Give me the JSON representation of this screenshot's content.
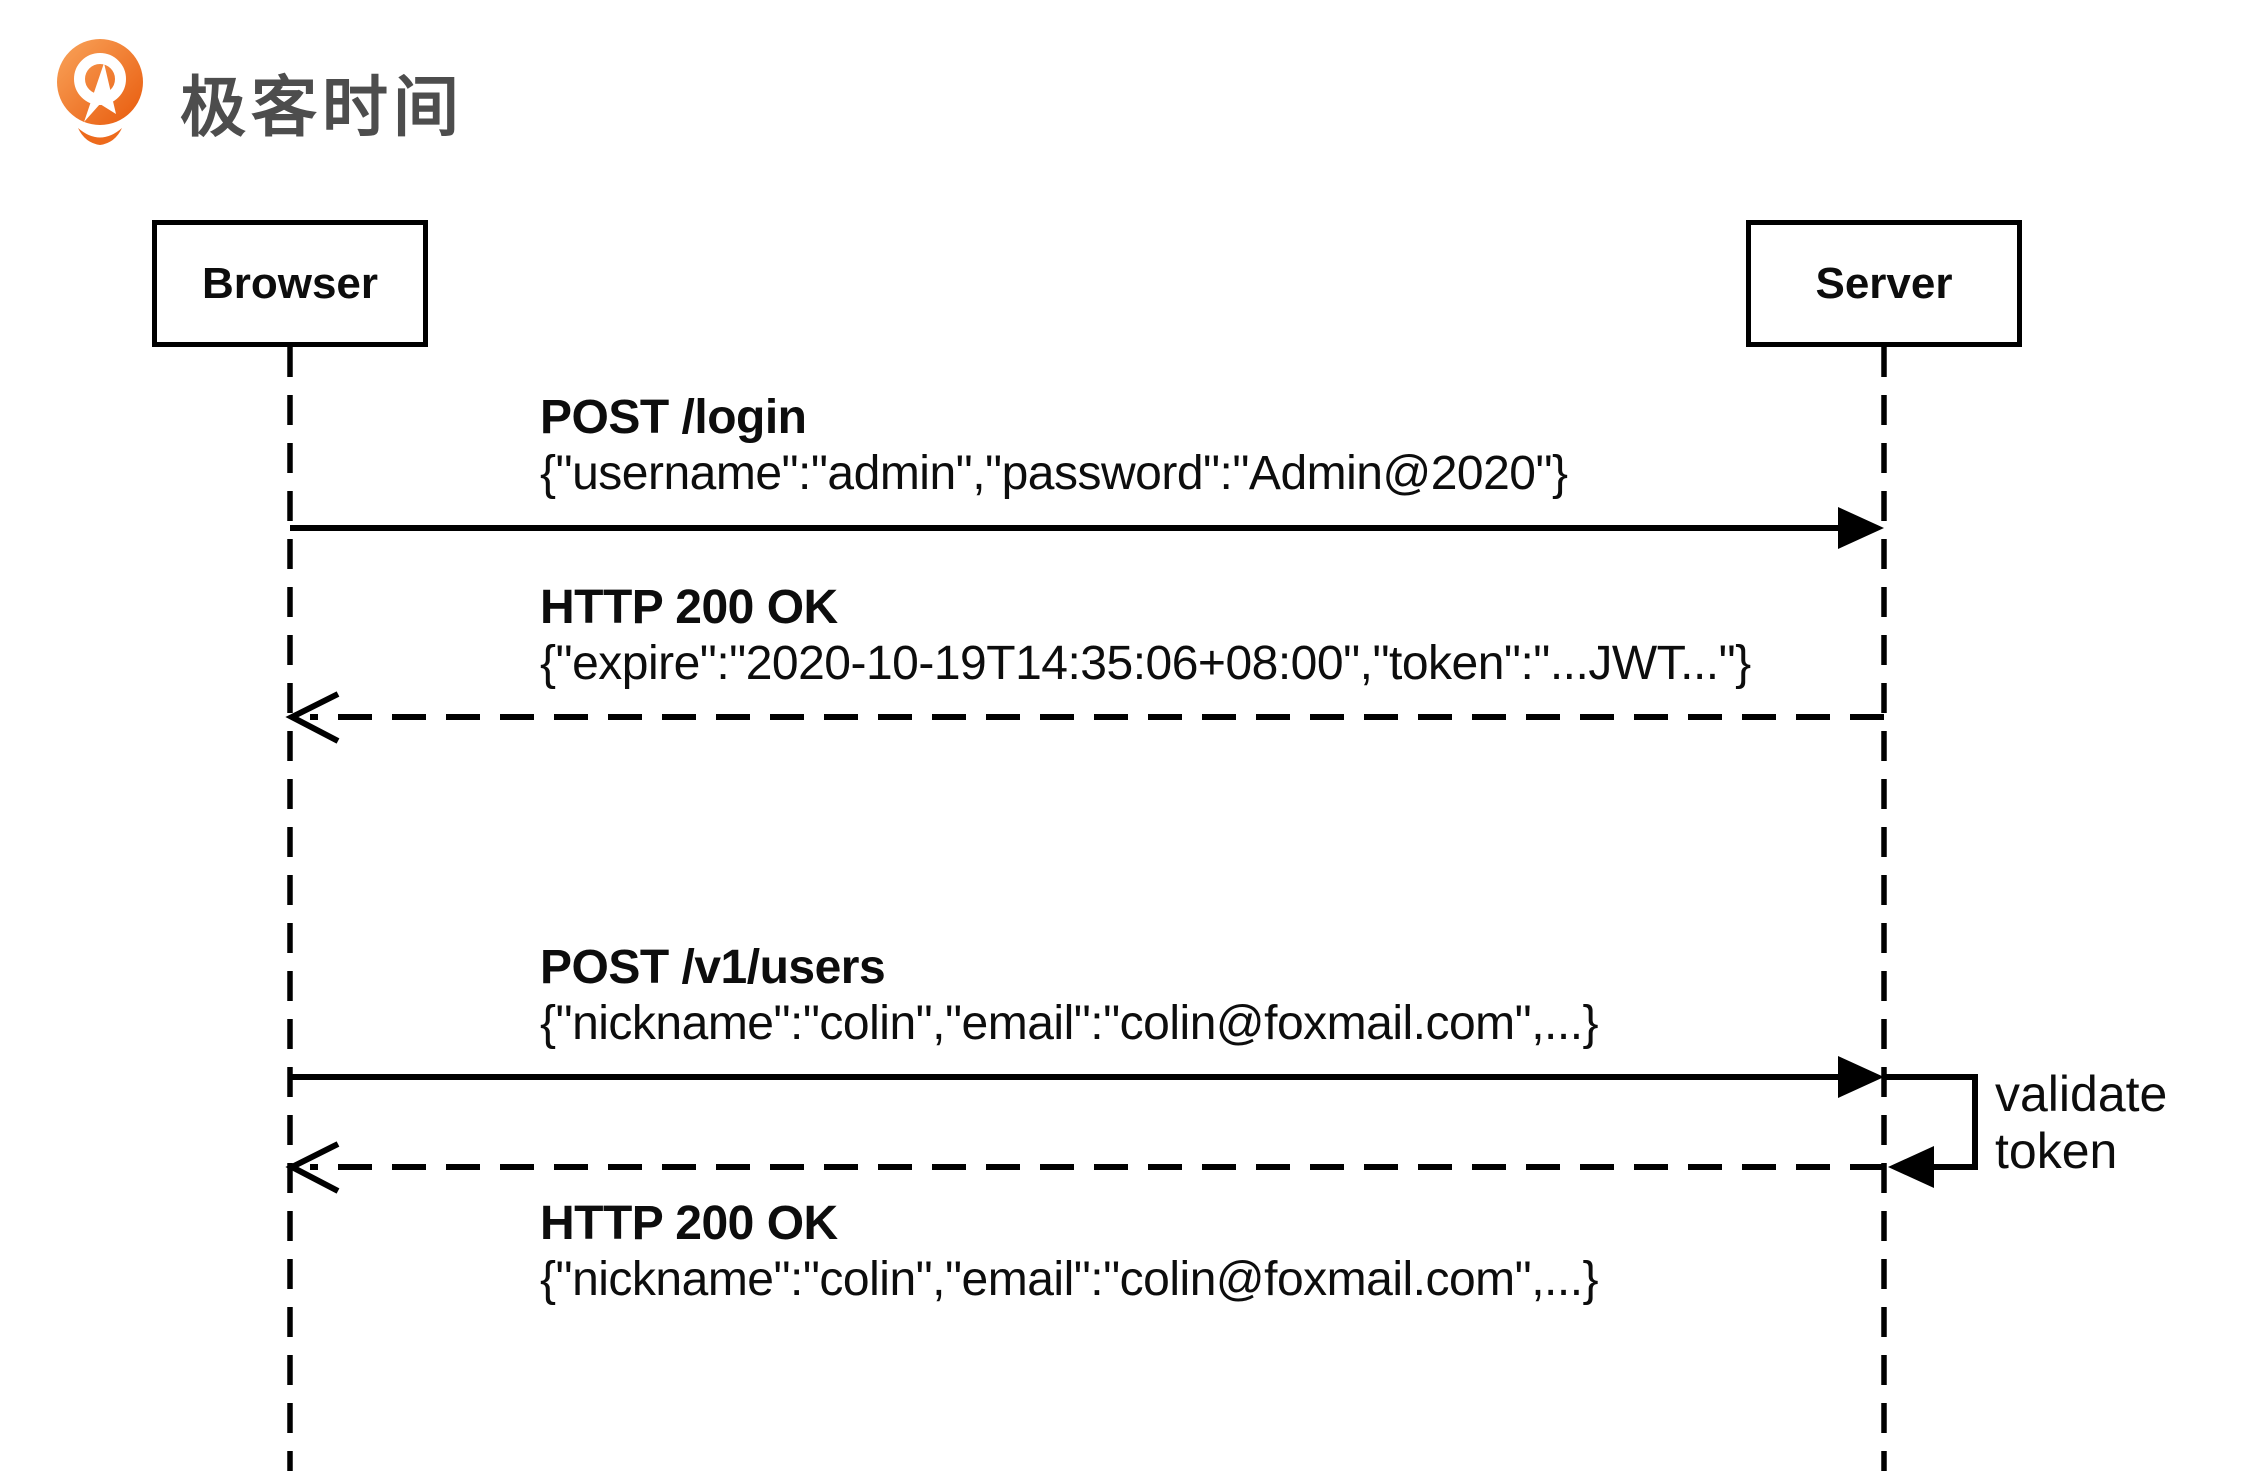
{
  "brand": {
    "name": "极客时间",
    "icon": "geektime-logo-icon",
    "accent_color": "#ED6A1C",
    "text_color": "#4D4D4D"
  },
  "diagram": {
    "line_color": "#000000",
    "actors": [
      {
        "label": "Browser"
      },
      {
        "label": "Server"
      }
    ],
    "messages": [
      {
        "title": "POST /login",
        "body": "{\"username\":\"admin\",\"password\":\"Admin@2020\"}",
        "from": "Browser",
        "to": "Server",
        "line": "solid"
      },
      {
        "title": "HTTP 200 OK",
        "body": "{\"expire\":\"2020-10-19T14:35:06+08:00\",\"token\":\"...JWT...\"}",
        "from": "Server",
        "to": "Browser",
        "line": "dashed"
      },
      {
        "title": "POST /v1/users",
        "body": "{\"nickname\":\"colin\",\"email\":\"colin@foxmail.com\",...}",
        "from": "Browser",
        "to": "Server",
        "line": "solid"
      },
      {
        "title": "HTTP 200 OK",
        "body": "{\"nickname\":\"colin\",\"email\":\"colin@foxmail.com\",...}",
        "from": "Server",
        "to": "Browser",
        "line": "dashed"
      }
    ],
    "self_message": {
      "label": "validate token",
      "actor": "Server"
    }
  }
}
